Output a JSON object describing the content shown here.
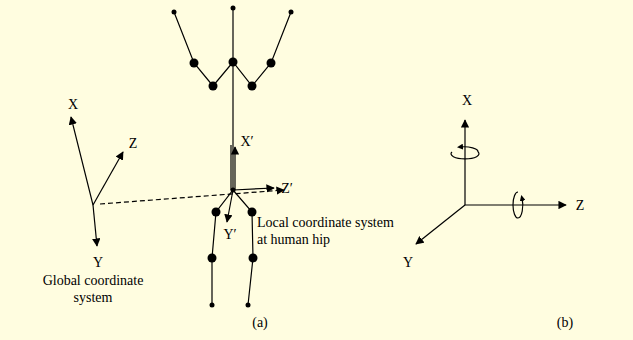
{
  "diagram": {
    "labels": [
      "X",
      "Z",
      "Y",
      "Global coordinate system",
      "X′",
      "Z′",
      "Y′",
      "Local coordinate system at human hip",
      "(a)",
      "X",
      "Z",
      "Y",
      "(b)"
    ]
  }
}
